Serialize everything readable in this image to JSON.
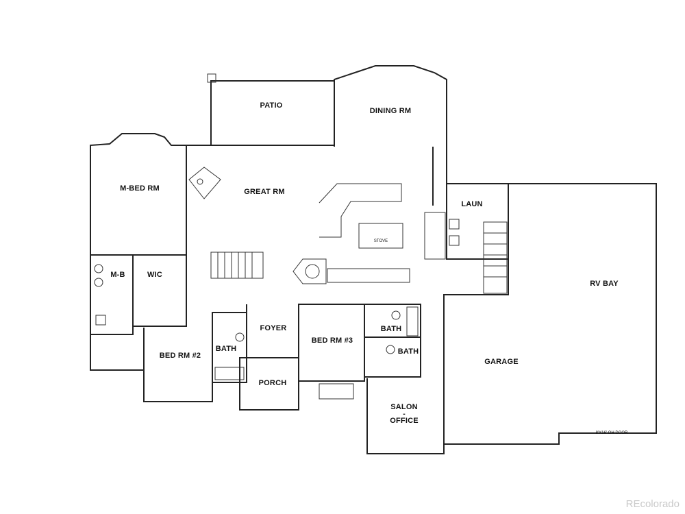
{
  "rooms": {
    "patio": "PATIO",
    "dining": "DINING RM",
    "master_bed": "M-BED RM",
    "great_room": "GREAT RM",
    "laundry": "LAUN",
    "rv_bay": "RV BAY",
    "master_bath": "M-B",
    "wic": "WIC",
    "foyer": "FOYER",
    "bed3": "BED RM #3",
    "bath_a": "BATH",
    "bath_b": "BATH",
    "bath_c": "BATH",
    "bed2": "BED RM #2",
    "garage": "GARAGE",
    "porch": "PORCH",
    "salon_1": "SALON",
    "salon_2": "-",
    "salon_3": "OFFICE"
  },
  "fixtures": {
    "stove": "STOVE",
    "door_note": "8'X16' OH DOOR"
  },
  "watermark": "REcolorado"
}
